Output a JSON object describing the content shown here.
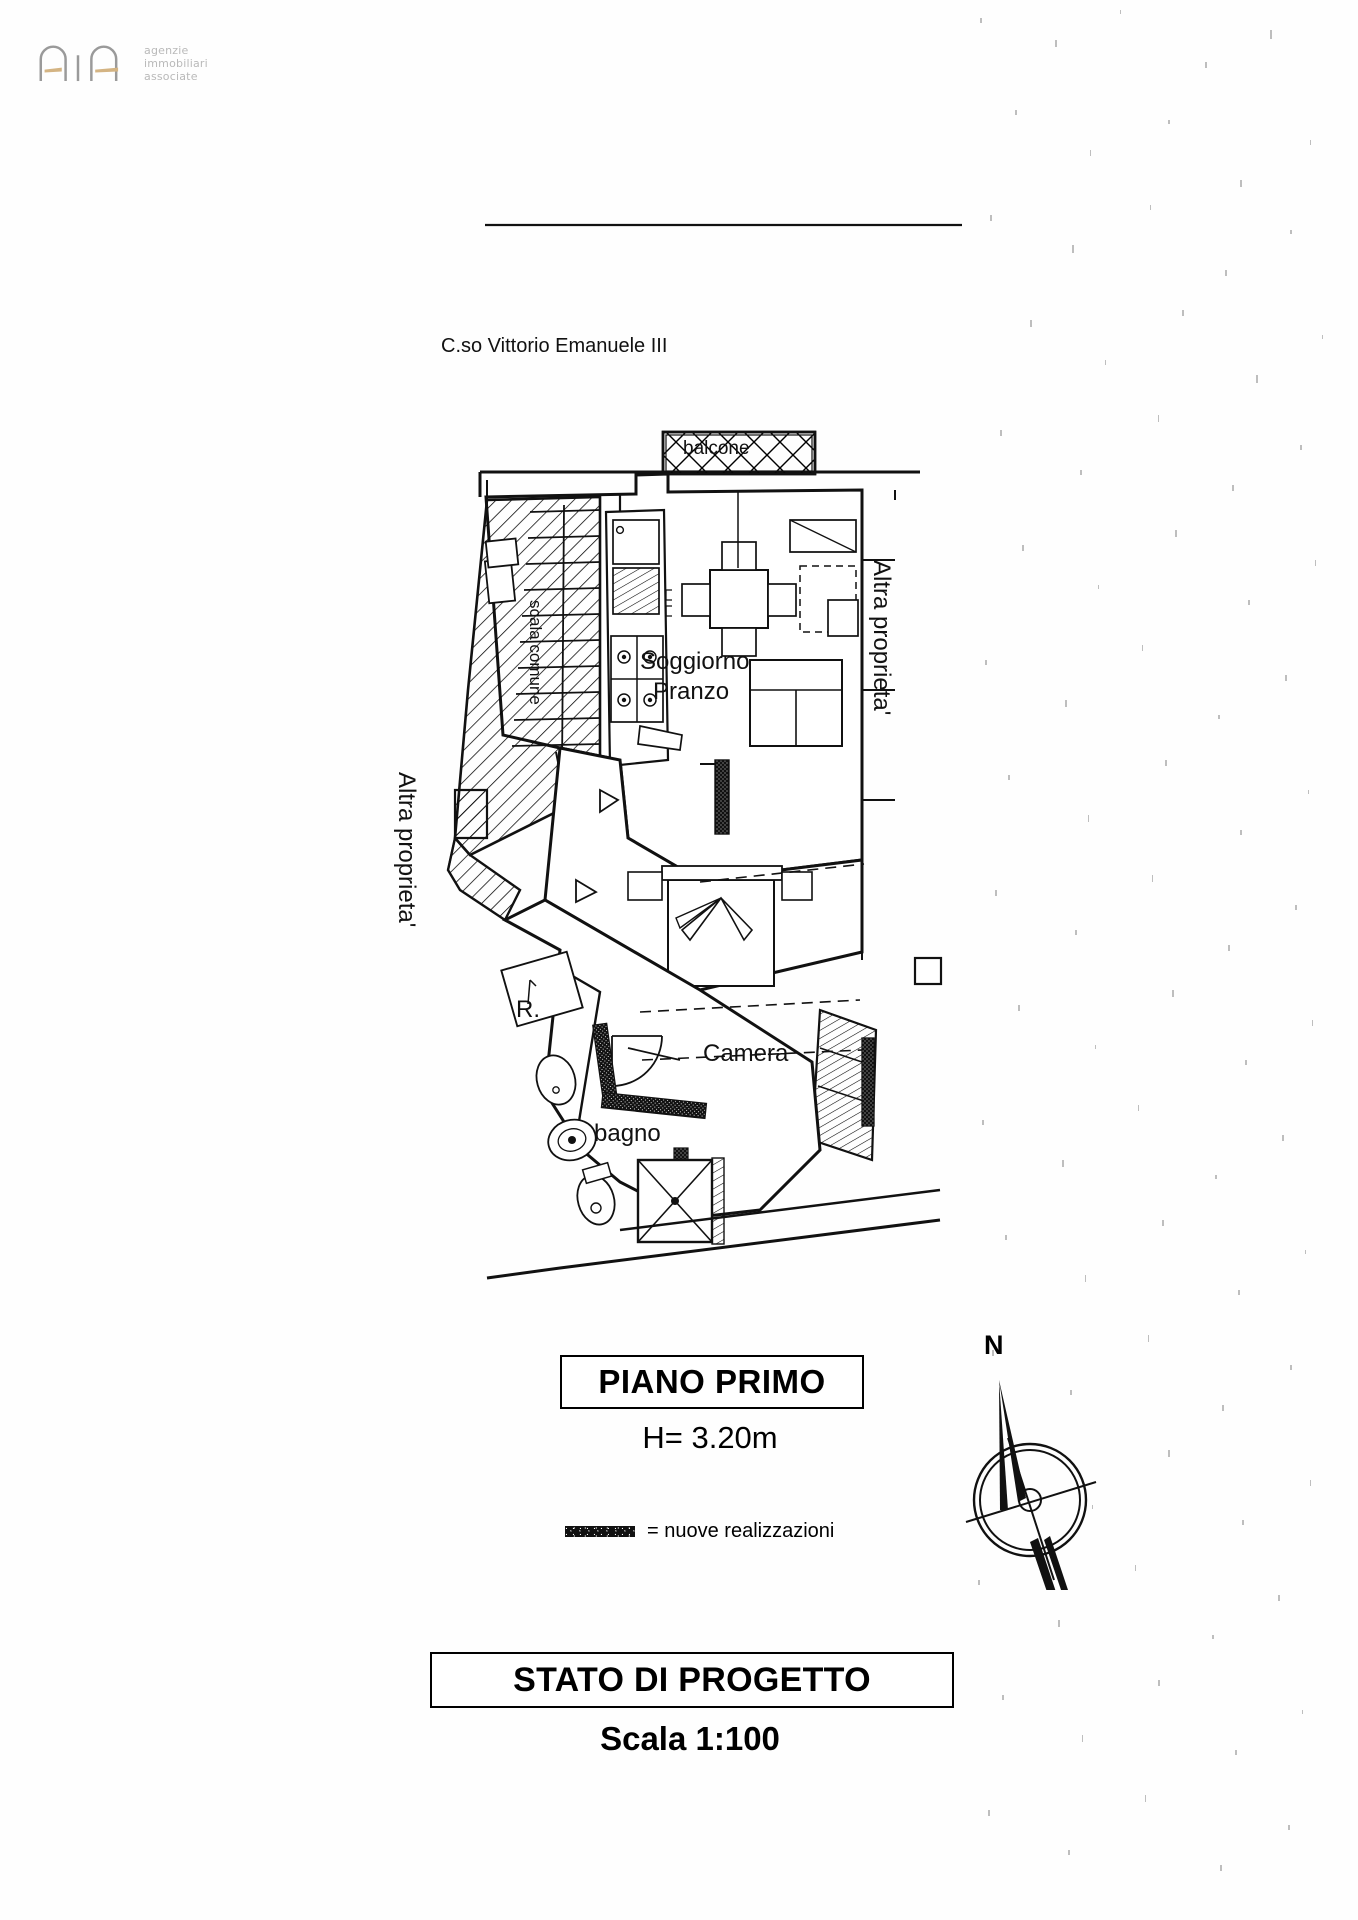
{
  "document": {
    "type": "architectural-floor-plan",
    "language": "it"
  },
  "logo": {
    "mark": "aia-arches-logo",
    "line1": "agenzie",
    "line2": "immobiliari",
    "line3": "associate",
    "text_color": "#b9b9b9",
    "accent_color": "#d4b483"
  },
  "plan": {
    "street_label": "C.so Vittorio Emanuele III",
    "rooms": [
      {
        "id": "balcone",
        "label": "balcone"
      },
      {
        "id": "soggiorno",
        "label": "Soggiorno"
      },
      {
        "id": "pranzo",
        "label": "Pranzo"
      },
      {
        "id": "camera",
        "label": "Camera"
      },
      {
        "id": "bagno",
        "label": "bagno"
      },
      {
        "id": "ripostiglio",
        "label": "R."
      }
    ],
    "annotations": {
      "stairs": "scala comune",
      "other_property_right": "Altra proprieta'",
      "other_property_left": "Altra proprieta'"
    }
  },
  "title_block": {
    "floor": "PIANO PRIMO",
    "height": "H= 3.20m",
    "state": "STATO DI PROGETTO",
    "scale": "Scala 1:100"
  },
  "legend": {
    "swatch": "solid-black-hatch",
    "text": "= nuove realizzazioni"
  },
  "compass": {
    "north_label": "N",
    "icon": "north-arrow-compass-rose"
  }
}
